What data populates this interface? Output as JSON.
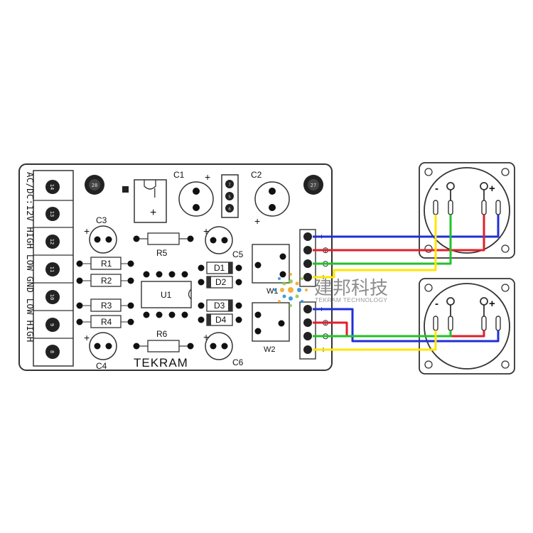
{
  "board": {
    "brand": "TEKRAM",
    "side_label": "AC/DC:12V HIGH LOW GND LOW HIGH",
    "terminal_numbers": [
      "14",
      "13",
      "12",
      "11",
      "10",
      "9",
      "8"
    ],
    "mount_holes": [
      "28",
      "27"
    ],
    "components": {
      "C1": "C1",
      "C2": "C2",
      "C3": "C3",
      "C4": "C4",
      "C5": "C5",
      "C6": "C6",
      "R1": "R1",
      "R2": "R2",
      "R3": "R3",
      "R4": "R4",
      "R5": "R5",
      "R6": "R6",
      "U1": "U1",
      "D1": "D1",
      "D2": "D2",
      "D3": "D3",
      "D4": "D4",
      "W1": "W1",
      "W2": "W2"
    },
    "reg_pins": [
      "7",
      "5",
      "6"
    ],
    "plus": "+",
    "minus": "-",
    "bar": "|",
    "right_terminal_labels_top": [
      "+",
      "⊕",
      "⊖",
      "−"
    ],
    "right_terminal_labels_bottom": [
      "+",
      "⊕",
      "⊖",
      "−"
    ]
  },
  "meters": {
    "top": {
      "minus": "-",
      "plus": "+"
    },
    "bottom": {
      "minus": "-",
      "plus": "+"
    }
  },
  "watermark": {
    "cn": "建邦科技",
    "en": "TEKRAM TECHNOLOGY"
  },
  "wire_colors": {
    "blue": "#1f2fd6",
    "red": "#e0202a",
    "green": "#22c22a",
    "yellow": "#ffe600",
    "outline": "#333333",
    "logo_orange": "#f4a21c",
    "logo_blue": "#1f8bd6",
    "logo_green": "#8cc63f"
  }
}
